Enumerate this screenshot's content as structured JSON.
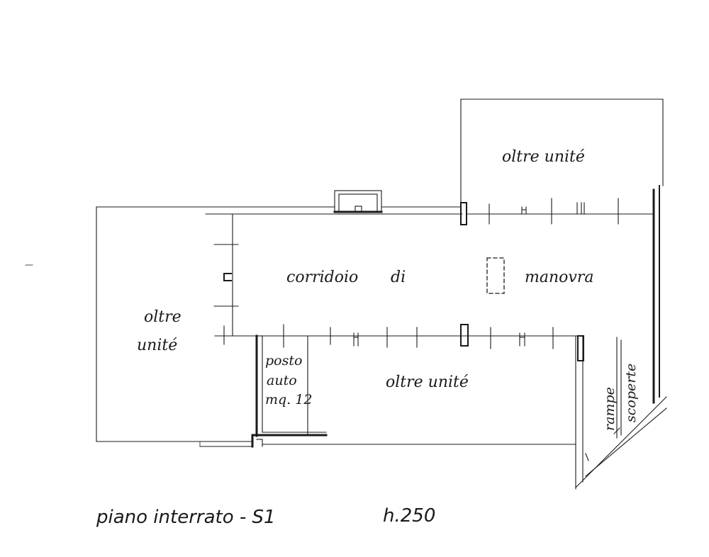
{
  "labels": {
    "unit_top_right": "oltre unité",
    "unit_left_line1": "oltre",
    "unit_left_line2": "unité",
    "corridor_part1": "corridoio",
    "corridor_part2": "di",
    "corridor_part3": "manovra",
    "unit_bottom": "oltre unité",
    "parking_line1": "posto",
    "parking_line2": "auto",
    "parking_line3": "mq. 12",
    "ramp_line1": "rampe",
    "ramp_line2": "scoperte"
  },
  "caption": {
    "floor": "piano interrato - S1",
    "height": "h.250"
  }
}
